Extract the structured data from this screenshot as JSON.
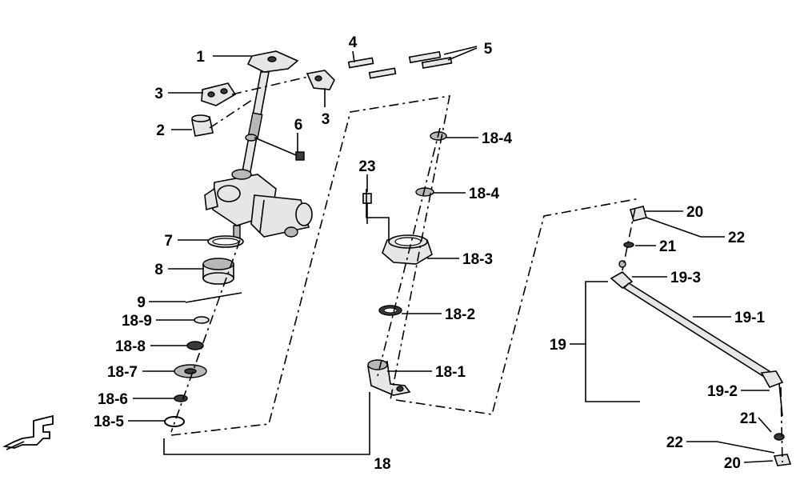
{
  "labels": {
    "l1": "1",
    "l2": "2",
    "l3a": "3",
    "l3b": "3",
    "l4": "4",
    "l5": "5",
    "l6": "6",
    "l7": "7",
    "l8": "8",
    "l9": "9",
    "l18_9": "18-9",
    "l18_8": "18-8",
    "l18_7": "18-7",
    "l18_6": "18-6",
    "l18_5": "18-5",
    "l23": "23",
    "l18_4a": "18-4",
    "l18_4b": "18-4",
    "l18_3": "18-3",
    "l18_2": "18-2",
    "l18_1": "18-1",
    "l18": "18",
    "l20a": "20",
    "l22a": "22",
    "l21a": "21",
    "l19_3": "19-3",
    "l19_1": "19-1",
    "l19": "19",
    "l19_2": "19-2",
    "l21b": "21",
    "l22b": "22",
    "l20b": "20"
  },
  "icons": {
    "front_direction": "front-arrow-icon"
  }
}
